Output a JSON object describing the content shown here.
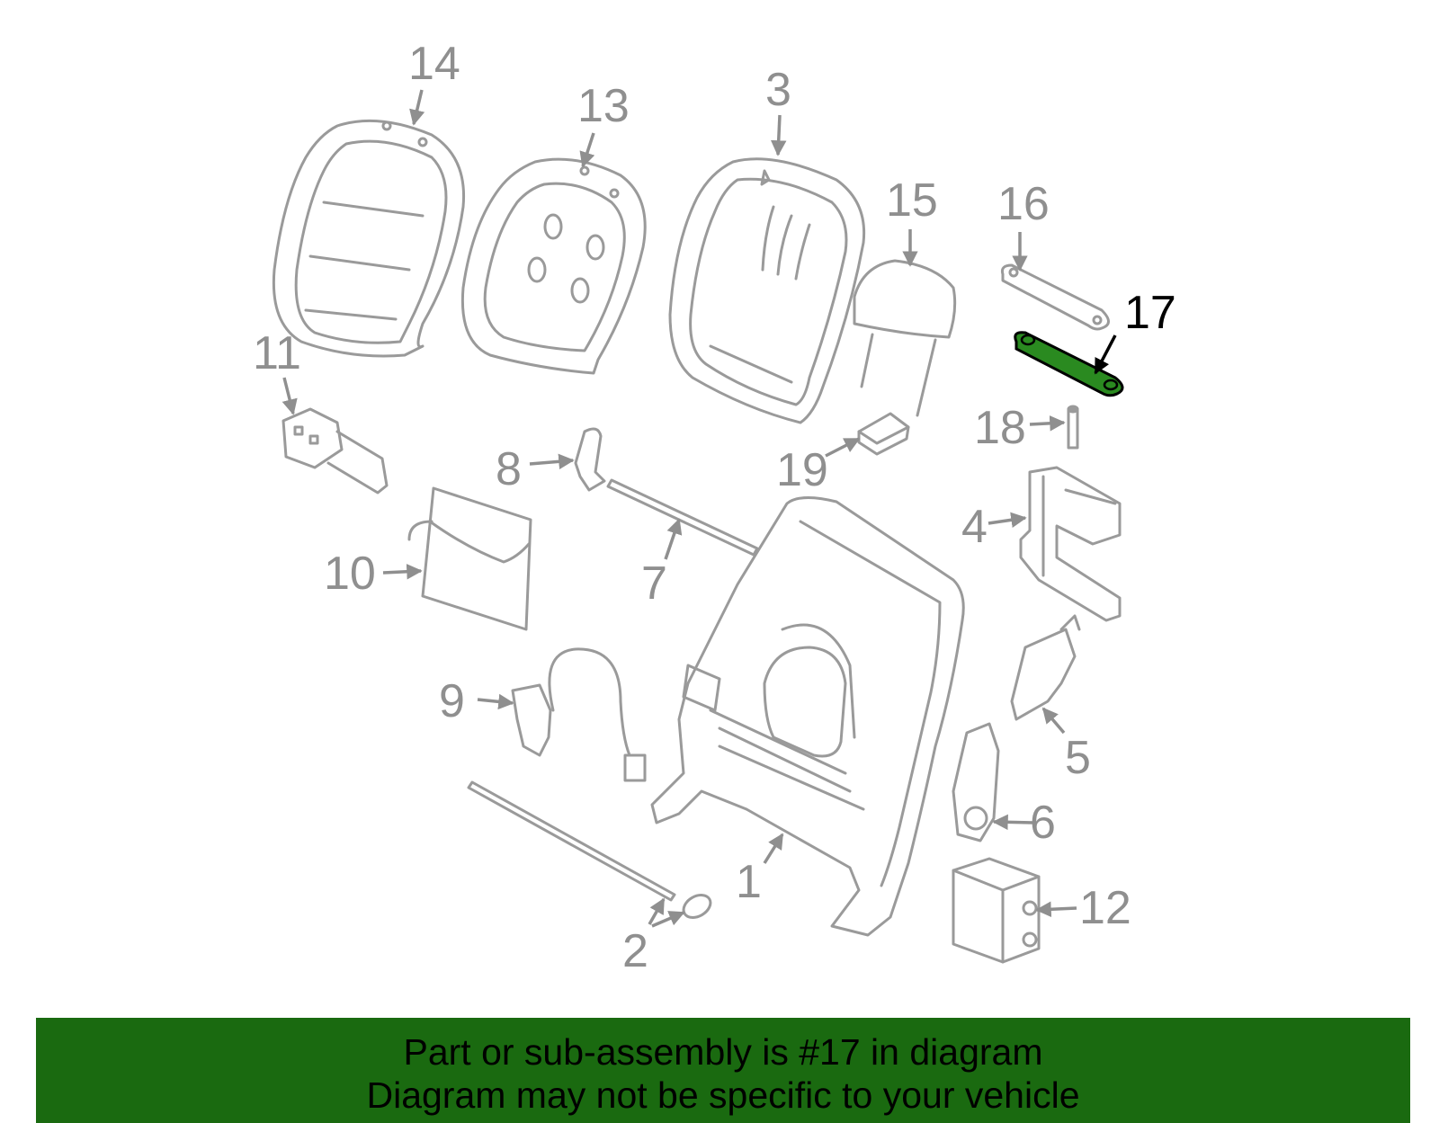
{
  "highlight_color": "#2a8a20",
  "banner_color": "#1a6a10",
  "callouts": {
    "c1": "1",
    "c2": "2",
    "c3": "3",
    "c4": "4",
    "c5": "5",
    "c6": "6",
    "c7": "7",
    "c8": "8",
    "c9": "9",
    "c10": "10",
    "c11": "11",
    "c12": "12",
    "c13": "13",
    "c14": "14",
    "c15": "15",
    "c16": "16",
    "c17": "17",
    "c18": "18",
    "c19": "19"
  },
  "banner": {
    "line1": "Part or sub-assembly is #17 in diagram",
    "line2": "Diagram may not be specific to your vehicle"
  }
}
